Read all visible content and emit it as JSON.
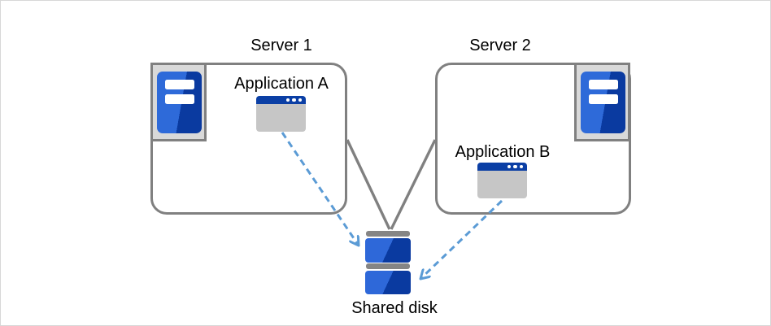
{
  "diagram": {
    "nodes": {
      "server1": {
        "label": "Server 1",
        "application": {
          "label": "Application A"
        }
      },
      "server2": {
        "label": "Server 2",
        "application": {
          "label": "Application B"
        }
      },
      "shared_disk": {
        "label": "Shared disk"
      }
    },
    "connections": [
      {
        "from": "Server 1",
        "to": "Shared disk",
        "style": "solid-line",
        "color": "#808080"
      },
      {
        "from": "Server 2",
        "to": "Shared disk",
        "style": "solid-line",
        "color": "#808080"
      },
      {
        "from": "Application A",
        "to": "Shared disk",
        "style": "dashed-arrow",
        "color": "#5B9BD5"
      },
      {
        "from": "Application B",
        "to": "Shared disk",
        "style": "dashed-arrow",
        "color": "#5B9BD5"
      }
    ],
    "icons": {
      "server1": "server-tower-icon",
      "server2": "server-tower-icon",
      "application_a": "app-window-icon",
      "application_b": "app-window-icon",
      "shared_disk": "disk-stack-icon"
    },
    "colors": {
      "background": "#FFFFFF",
      "box_border": "#808080",
      "connector_gray": "#808080",
      "arrow_blue": "#5B9BD5",
      "icon_blue_light": "#2E6AD9",
      "icon_blue_dark": "#0A3AA0",
      "titlebar_blue": "#0B3FA5",
      "window_body_gray": "#C6C6C6",
      "icon_frame_gray": "#D9D9D9",
      "text": "#000000"
    }
  }
}
